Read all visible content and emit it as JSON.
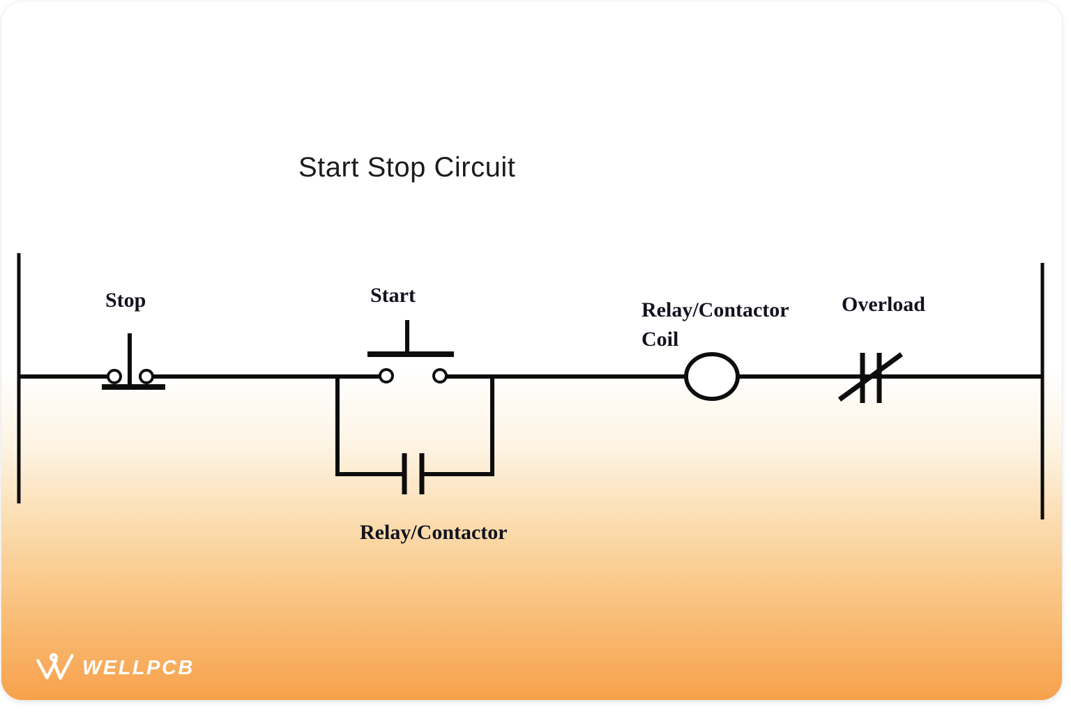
{
  "page": {
    "title": "Start Stop Circuit"
  },
  "diagram": {
    "type": "ladder-logic-rung",
    "labels": {
      "stop": "Stop",
      "start": "Start",
      "coil_line1": "Relay/Contactor",
      "coil_line2": "Coil",
      "overload": "Overload",
      "holding": "Relay/Contactor"
    },
    "components": [
      {
        "id": "stop-pushbutton",
        "label": "Stop",
        "symbol": "normally-closed pushbutton"
      },
      {
        "id": "start-pushbutton",
        "label": "Start",
        "symbol": "normally-open pushbutton"
      },
      {
        "id": "holding-contact",
        "label": "Relay/Contactor",
        "symbol": "normally-open contact in parallel branch"
      },
      {
        "id": "relay-coil",
        "label": "Relay/Contactor Coil",
        "symbol": "coil (circle)"
      },
      {
        "id": "overload-contact",
        "label": "Overload",
        "symbol": "normally-closed overload contact"
      }
    ]
  },
  "branding": {
    "logo_text": "WELLPCB"
  },
  "colors": {
    "line": "#0d0d0d",
    "label_text": "#13131f",
    "gradient_top": "#ffffff",
    "gradient_bottom": "#f7a14b",
    "logo": "#ffffff"
  }
}
